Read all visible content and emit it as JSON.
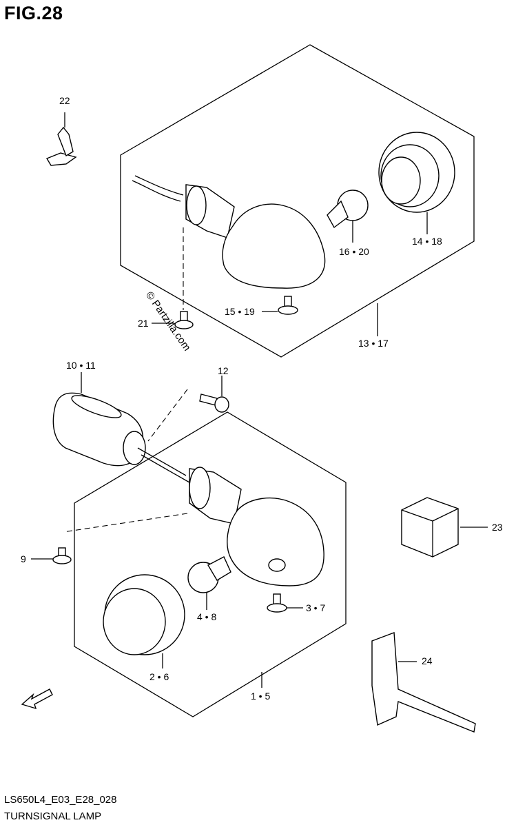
{
  "figure": {
    "title": "FIG.28",
    "code": "LS650L4_E03_E28_028",
    "name": "TURNSIGNAL LAMP",
    "watermark": "© Partzilla.com"
  },
  "callouts": {
    "c22": "22",
    "c14_18": "14 • 18",
    "c16_20": "16 • 20",
    "c15_19": "15 • 19",
    "c21": "21",
    "c13_17": "13 • 17",
    "c10_11": "10 • 11",
    "c12": "12",
    "c9": "9",
    "c23": "23",
    "c4_8": "4 • 8",
    "c3_7": "3 • 7",
    "c2_6": "2 • 6",
    "c24": "24",
    "c1_5": "1 • 5"
  },
  "icons": {
    "fwd": "FWD"
  }
}
